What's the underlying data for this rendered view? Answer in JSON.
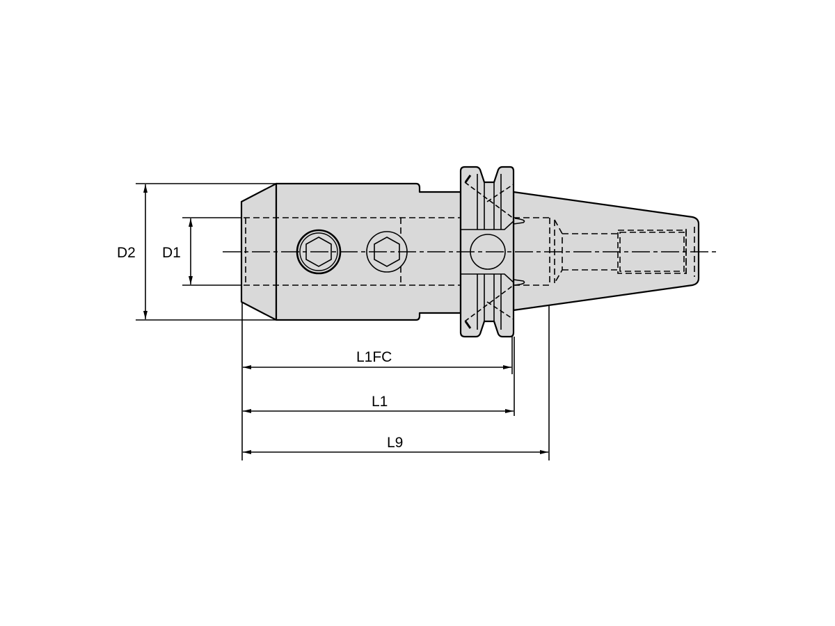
{
  "drawing": {
    "subject": "Tool holder side view with dimensions",
    "fill_color": "#d9d9d9",
    "line_color": "#000000",
    "background": "#ffffff"
  },
  "dimensions": {
    "d2": "D2",
    "d1": "D1",
    "l1fc": "L1FC",
    "l1": "L1",
    "l9": "L9"
  }
}
